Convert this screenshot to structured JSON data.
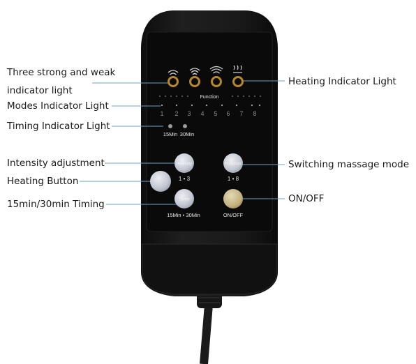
{
  "callouts": {
    "strong_weak_line1": "Three strong and weak",
    "strong_weak_line2": "indicator light",
    "modes_light": "Modes Indicator Light",
    "timing_light": "Timing Indicator Light",
    "intensity_adjustment": "Intensity adjustment",
    "heating_button": "Heating Button",
    "timing_15_30": "15min/30min Timing",
    "heating_light": "Heating Indicator Light",
    "switching_mode": "Switching massage mode",
    "on_off": "ON/OFF"
  },
  "remote": {
    "function_header": "Function",
    "mode_numbers": [
      "1",
      "2",
      "3",
      "4",
      "5",
      "6",
      "7",
      "8"
    ],
    "timer_15": "15Min",
    "timer_30": "30Min",
    "intensity_button": "Intensity",
    "intensity_range": "1 • 3",
    "function_button": "Function",
    "function_range": "1 • 8",
    "timer_button": "Timer",
    "timer_range": "15Min • 30Min",
    "onoff_label": "ON/OFF"
  },
  "colors": {
    "body": "#141414",
    "panel": "#0a0a0a",
    "indicator_ring": "#b8862b",
    "button_face": "#c9ccd6",
    "onoff_face": "#c8b98a",
    "callout_line": "#6ba3c8"
  }
}
